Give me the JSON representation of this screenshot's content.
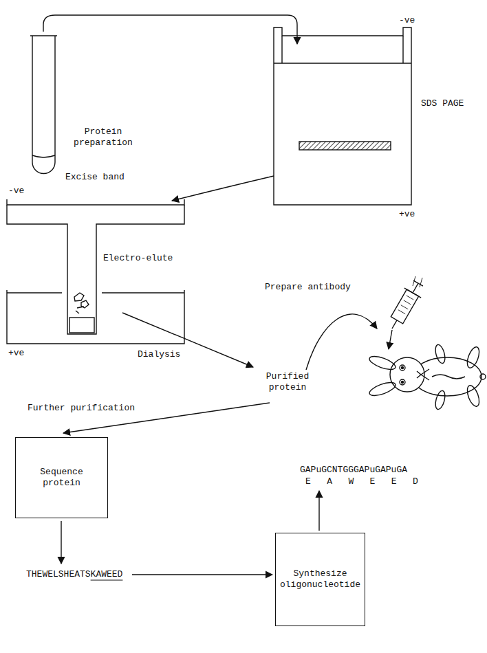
{
  "diagram": {
    "nodes": [
      {
        "text": [
          "Sequence protein"
        ]
      },
      {
        "text": [
          "Synthesize oligonucleotide"
        ]
      }
    ],
    "labels": [
      "Protein preparation",
      "-ve",
      "SDS PAGE",
      "+ve",
      "Excise band",
      "-ve",
      "Electro-elute",
      "+ve",
      "Dialysis",
      "Prepare antibody",
      "Purified protein",
      "Further purification",
      "THEWELSHEATSKAWEED",
      "GAPuGCNTGGGAPuGAPuGA",
      "E A W E E D"
    ]
  }
}
